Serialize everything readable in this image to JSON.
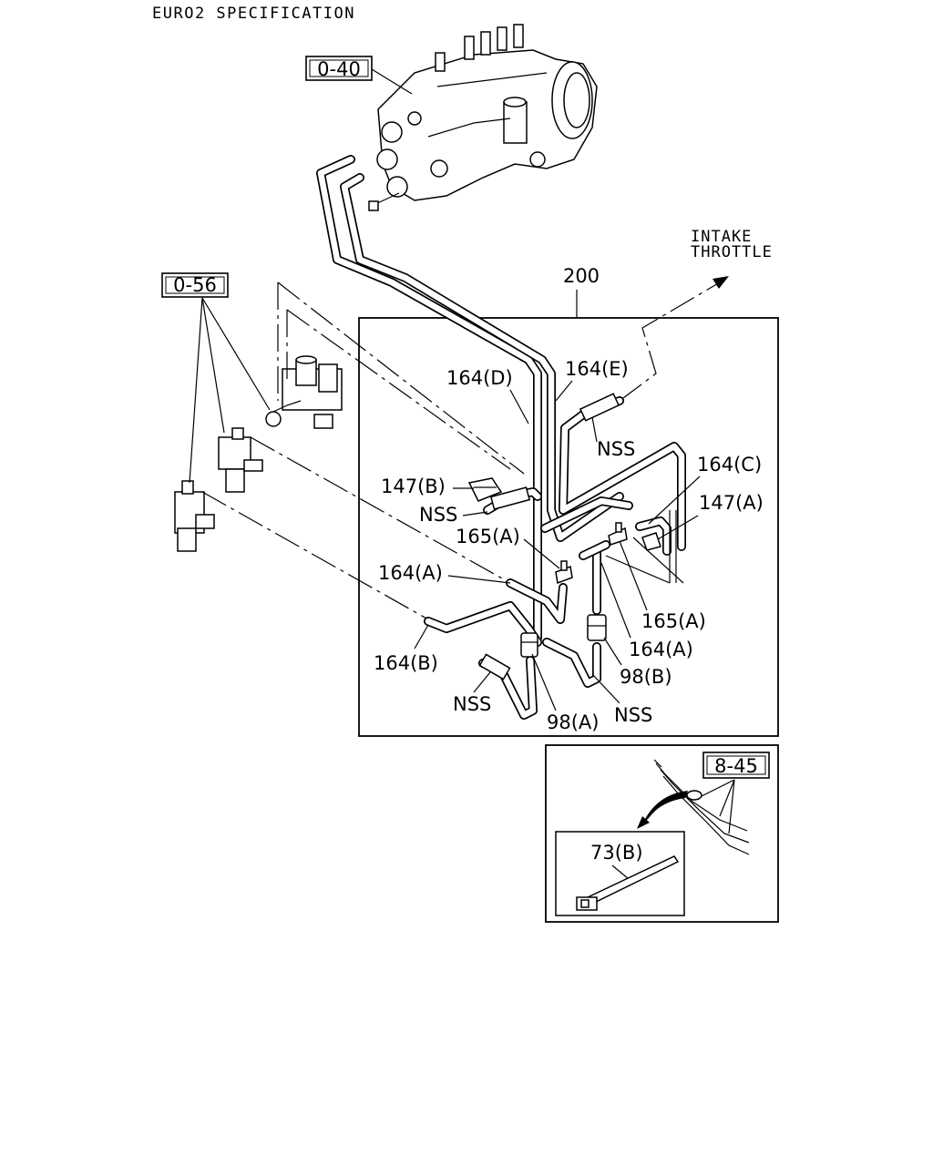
{
  "header": {
    "title": "EURO2 SPECIFICATION"
  },
  "refs": {
    "pump_ref": "0-40",
    "valves_ref": "0-56",
    "harness_ref": "8-45"
  },
  "destination": {
    "line1": "INTAKE",
    "line2": "THROTTLE"
  },
  "group_label": "200",
  "callouts": {
    "p164d": "164(D)",
    "p164e": "164(E)",
    "p164c": "164(C)",
    "p147a": "147(A)",
    "p147b": "147(B)",
    "nss": "NSS",
    "p165a": "165(A)",
    "p164a": "164(A)",
    "p164b": "164(B)",
    "p98a": "98(A)",
    "p98b": "98(B)",
    "p73b": "73(B)"
  }
}
